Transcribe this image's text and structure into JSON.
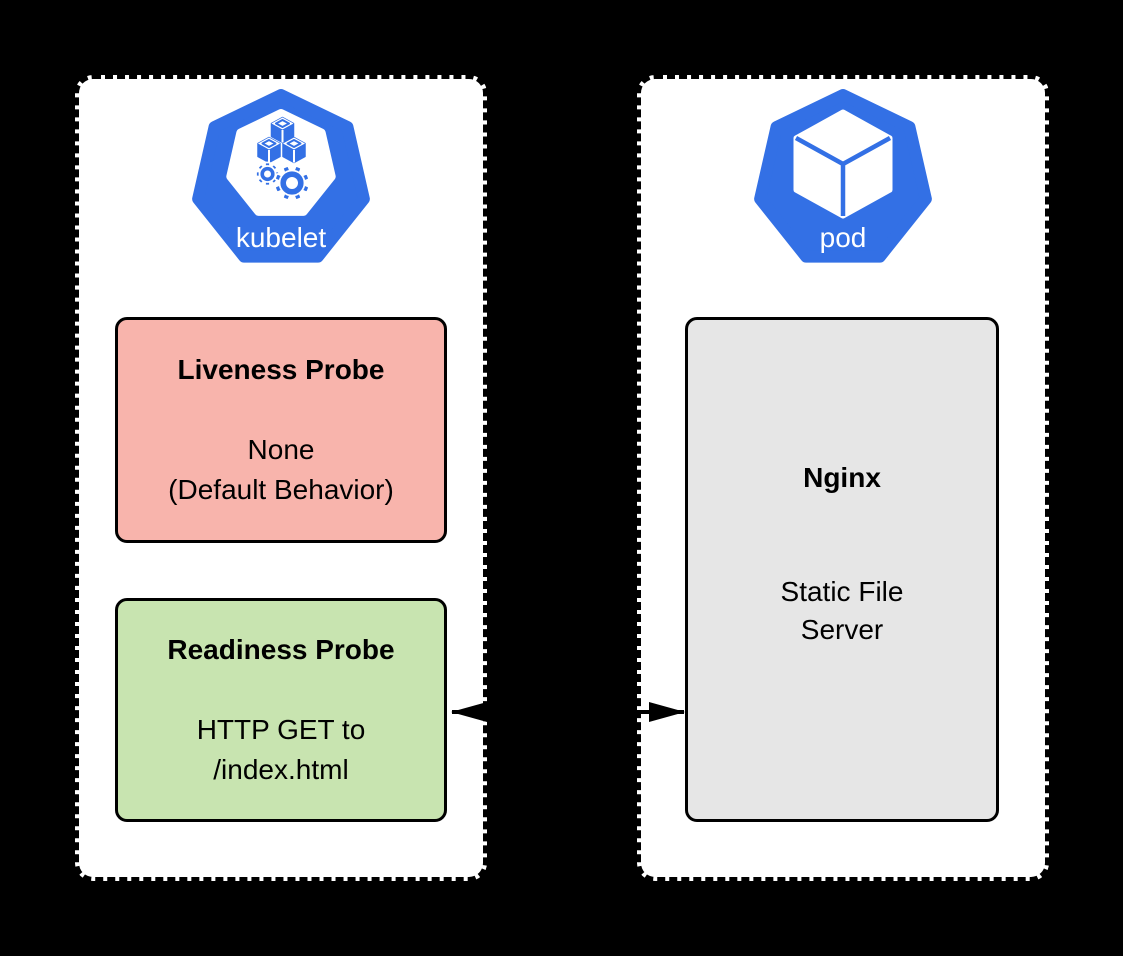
{
  "colors": {
    "background": "#000000",
    "panel_fill": "#ffffff",
    "stroke": "#000000",
    "k8s_blue": "#3370E5",
    "liveness_fill": "#F8B4AC",
    "readiness_fill": "#C8E4B0",
    "nginx_fill": "#E6E6E6"
  },
  "kubelet_panel": {
    "icon_label": "kubelet",
    "liveness": {
      "title": "Liveness Probe",
      "lines": [
        "None",
        "(Default Behavior)"
      ]
    },
    "readiness": {
      "title": "Readiness Probe",
      "lines": [
        "HTTP GET to",
        "/index.html"
      ]
    }
  },
  "pod_panel": {
    "icon_label": "pod",
    "container": {
      "title": "Nginx",
      "lines": [
        "Static File",
        "Server"
      ]
    }
  }
}
